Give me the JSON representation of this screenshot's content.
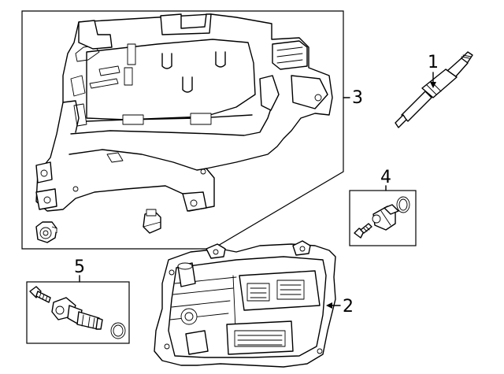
{
  "callouts": [
    {
      "id": "1",
      "part": "glow-plug"
    },
    {
      "id": "2",
      "part": "control-module"
    },
    {
      "id": "3",
      "part": "module-tray"
    },
    {
      "id": "4",
      "part": "sensor-kit"
    },
    {
      "id": "5",
      "part": "position-sensor-kit"
    }
  ],
  "colors": {
    "line": "#000000",
    "background": "#ffffff"
  }
}
